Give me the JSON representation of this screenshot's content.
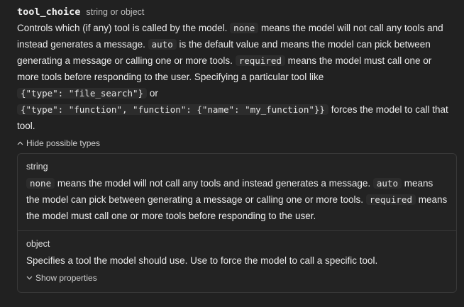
{
  "param": {
    "name": "tool_choice",
    "type": "string or object",
    "desc": [
      {
        "t": "text",
        "v": "Controls which (if any) tool is called by the model. "
      },
      {
        "t": "code",
        "v": "none"
      },
      {
        "t": "text",
        "v": " means the model will not call any tools and instead generates a message. "
      },
      {
        "t": "code",
        "v": "auto"
      },
      {
        "t": "text",
        "v": " is the default value and means the model can pick between generating a message or calling one or more tools. "
      },
      {
        "t": "code",
        "v": "required"
      },
      {
        "t": "text",
        "v": " means the model must call one or more tools before responding to the user. Specifying a particular tool like "
      },
      {
        "t": "br"
      },
      {
        "t": "code",
        "v": "{\"type\": \"file_search\"}"
      },
      {
        "t": "text",
        "v": " or "
      },
      {
        "t": "br"
      },
      {
        "t": "code",
        "v": "{\"type\": \"function\", \"function\": {\"name\": \"my_function\"}}"
      },
      {
        "t": "text",
        "v": " forces the model to call that tool."
      }
    ],
    "toggle_label": "Hide possible types"
  },
  "types": [
    {
      "name": "string",
      "desc": [
        {
          "t": "code",
          "v": "none"
        },
        {
          "t": "text",
          "v": " means the model will not call any tools and instead generates a message. "
        },
        {
          "t": "code",
          "v": "auto"
        },
        {
          "t": "text",
          "v": " means the model can pick between generating a message or calling one or more tools. "
        },
        {
          "t": "code",
          "v": "required"
        },
        {
          "t": "text",
          "v": " means the model must call one or more tools before responding to the user."
        }
      ]
    },
    {
      "name": "object",
      "desc": [
        {
          "t": "text",
          "v": "Specifies a tool the model should use. Use to force the model to call a specific tool."
        }
      ],
      "toggle_label": "Show properties"
    }
  ],
  "icons": {
    "hide_toggle": "chevron-up-icon",
    "show_toggle": "chevron-down-icon"
  }
}
